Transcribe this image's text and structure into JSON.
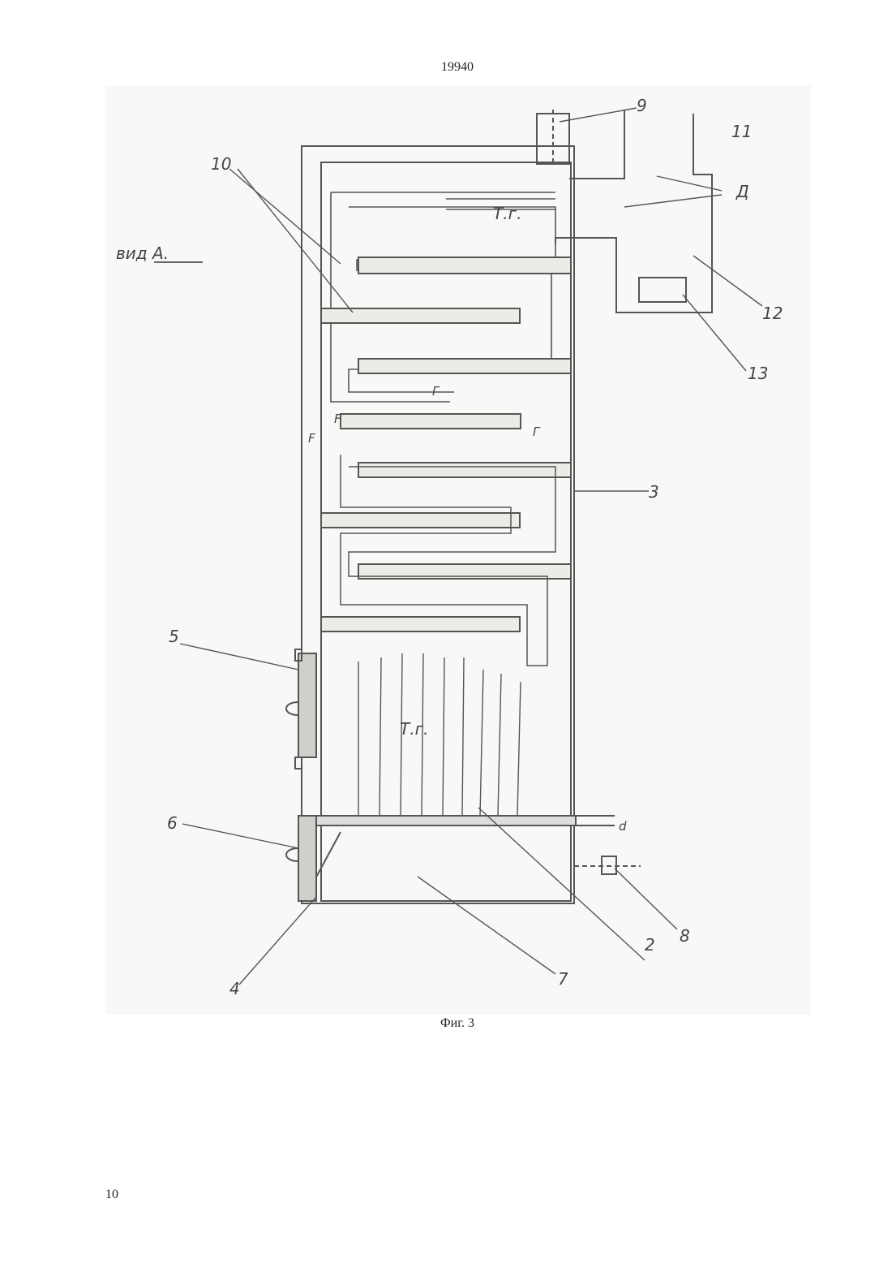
{
  "header": {
    "document_number": "19940"
  },
  "figure": {
    "view_label": "вид А.",
    "caption": "Фиг. 3",
    "flue_gas_label": "Т.г.",
    "letter_d": "Д",
    "letter_g": "Г",
    "letter_f": "F",
    "letter_dim": "d",
    "callouts": [
      "2",
      "3",
      "4",
      "5",
      "6",
      "7",
      "8",
      "9",
      "10",
      "11",
      "12",
      "13"
    ]
  },
  "footer": {
    "page_number": "10"
  }
}
